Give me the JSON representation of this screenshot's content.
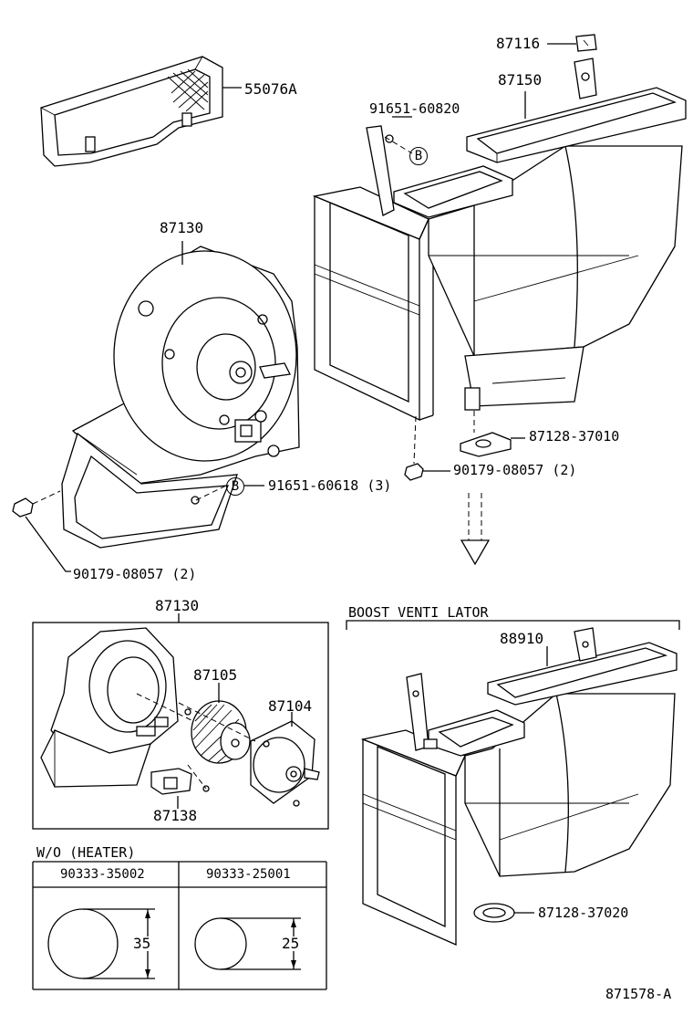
{
  "labels": {
    "p87116": "87116",
    "p87150": "87150",
    "p55076a": "55076A",
    "p91651_60820": "91651-60820",
    "callout_b1": "B",
    "p87130_top": "87130",
    "p87128_37010": "87128-37010",
    "p90179_08057_right": "90179-08057 (2)",
    "callout_b2": "B",
    "p91651_60618": "91651-60618 (3)",
    "p90179_08057_left": "90179-08057 (2)",
    "p87130_detail": "87130",
    "p87105": "87105",
    "p87104": "87104",
    "p87138": "87138",
    "boost_title": "BOOST VENTI LATOR",
    "p88910": "88910",
    "p87128_37020": "87128-37020",
    "diagram_id": "871578-A"
  },
  "heater_table": {
    "title": "W/O (HEATER)",
    "columns": [
      "90333-35002",
      "90333-25001"
    ],
    "dimensions": [
      "35",
      "25"
    ]
  }
}
